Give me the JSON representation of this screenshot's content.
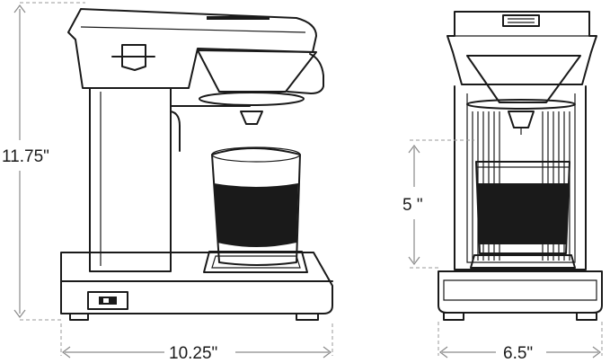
{
  "dimensions": {
    "height_overall": "11.75\"",
    "width_side": "10.25\"",
    "width_front": "6.5\"",
    "cup_clearance": "5 \""
  },
  "colors": {
    "outline": "#1a1a1a",
    "dimension_line": "#8a8a8a",
    "guide_dash": "#9a9a9a",
    "sleeve": "#1a1a1a",
    "background": "#ffffff"
  }
}
